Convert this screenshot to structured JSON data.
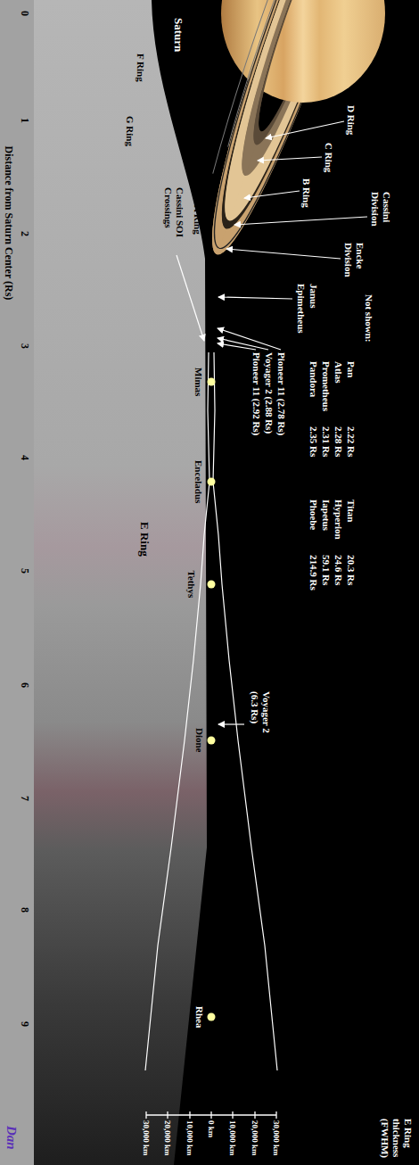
{
  "diagram": {
    "labels": [
      "Saturn",
      "D Ring",
      "C Ring",
      "B Ring",
      "Cassini Division",
      "A Ring",
      "Encke Division",
      "Janus",
      "Epimetheus",
      "F Ring",
      "G Ring",
      "Pioneer 11 (2.78 Rs)",
      "Voyager 2 (2.88 Rs)",
      "Pioneer 11 (2.92 Rs)",
      "Cassini SOI Crossings",
      "Mimas",
      "Enceladus",
      "Tethys",
      "Dione",
      "Rhea",
      "E Ring",
      "Voyager 2 (6.3 Rs)",
      "Not shown:",
      "Pan",
      "2.22 Rs",
      "Atlas",
      "2.28 Rs",
      "Prometheus",
      "2.31 Rs",
      "Pandora",
      "2.35 Rs",
      "Titan",
      "20.3 Rs",
      "Hyperion",
      "24.6 Rs",
      "Iapetus",
      "59.1 Rs",
      "Phoebe",
      "214.9 Rs",
      "E Ring thickness (FWHM)",
      "30,000 km",
      "20,000 km",
      "10,000 km",
      "0 km",
      "10,000 km",
      "20,000 km",
      "30,000 km",
      "0",
      "1",
      "2",
      "3",
      "4",
      "5",
      "6",
      "7",
      "8",
      "9",
      "Distance from Saturn Center (Rs)",
      "Dan"
    ]
  }
}
